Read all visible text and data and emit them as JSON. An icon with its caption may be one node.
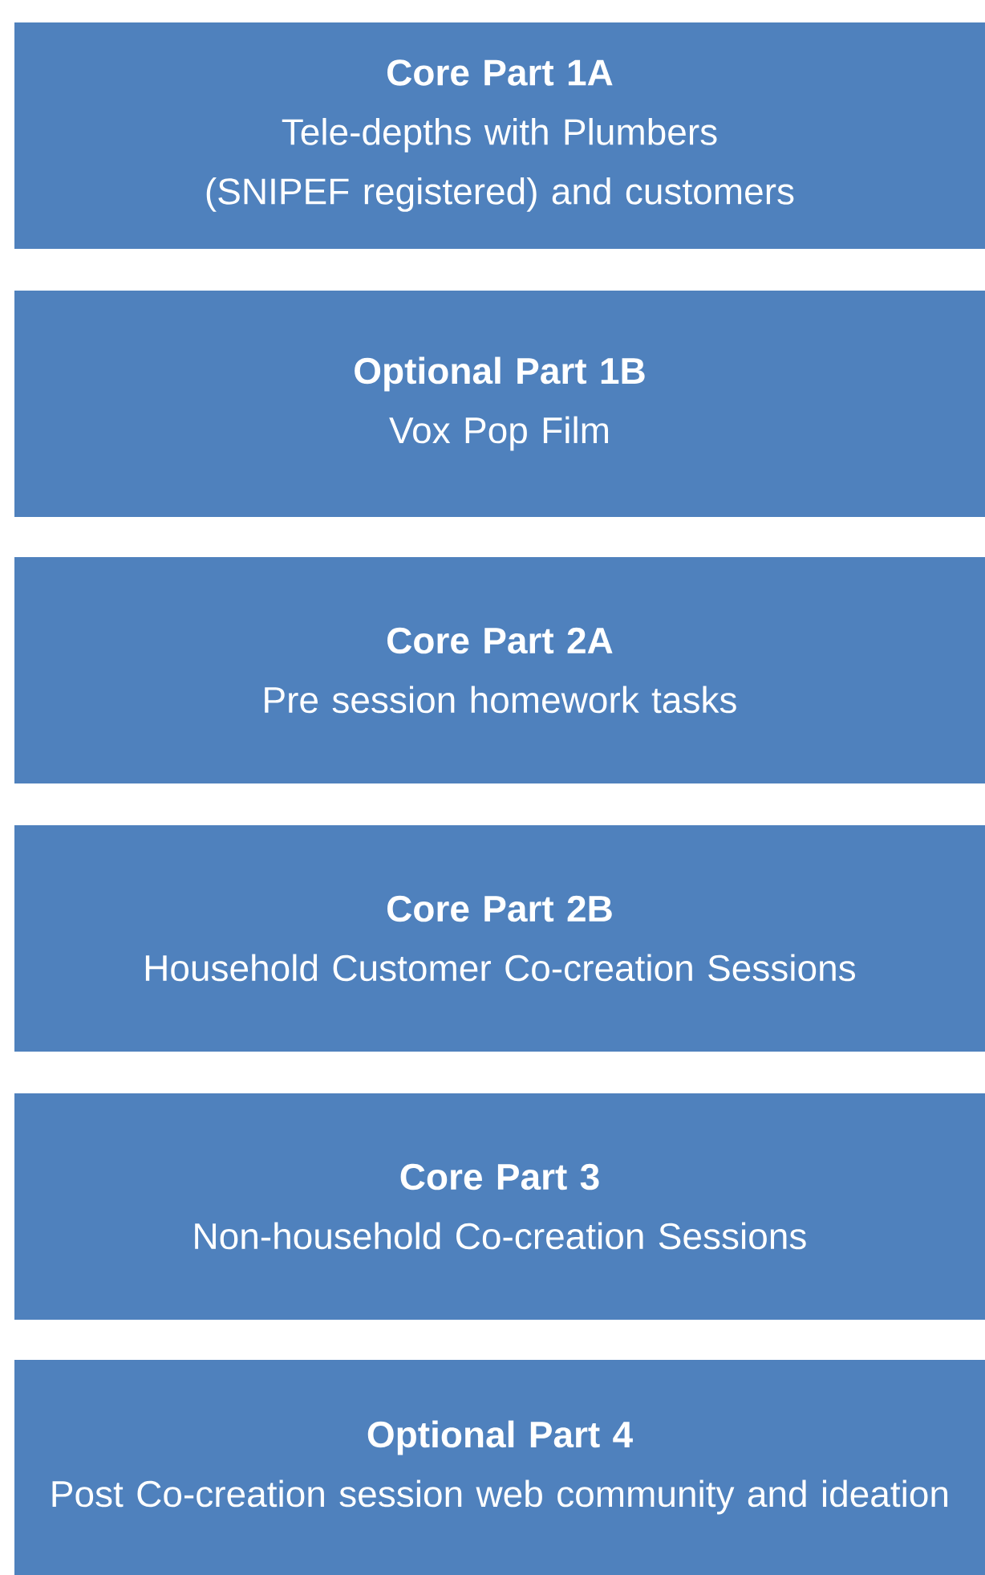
{
  "diagram": {
    "nodes": [
      {
        "text": [
          "Core Part 1A",
          "Tele-depths with Plumbers (SNIPEF registered) and customers"
        ]
      },
      {
        "text": [
          "Optional Part 1B",
          "Vox Pop Film"
        ]
      },
      {
        "text": [
          "Core Part 2A",
          "Pre session homework tasks"
        ]
      },
      {
        "text": [
          "Core Part 2B",
          "Household Customer Co-creation Sessions"
        ]
      },
      {
        "text": [
          "Core Part 3",
          "Non-household Co-creation Sessions"
        ]
      },
      {
        "text": [
          "Optional Part 4",
          "Post Co-creation session web community and ideation"
        ]
      }
    ],
    "edges": []
  }
}
